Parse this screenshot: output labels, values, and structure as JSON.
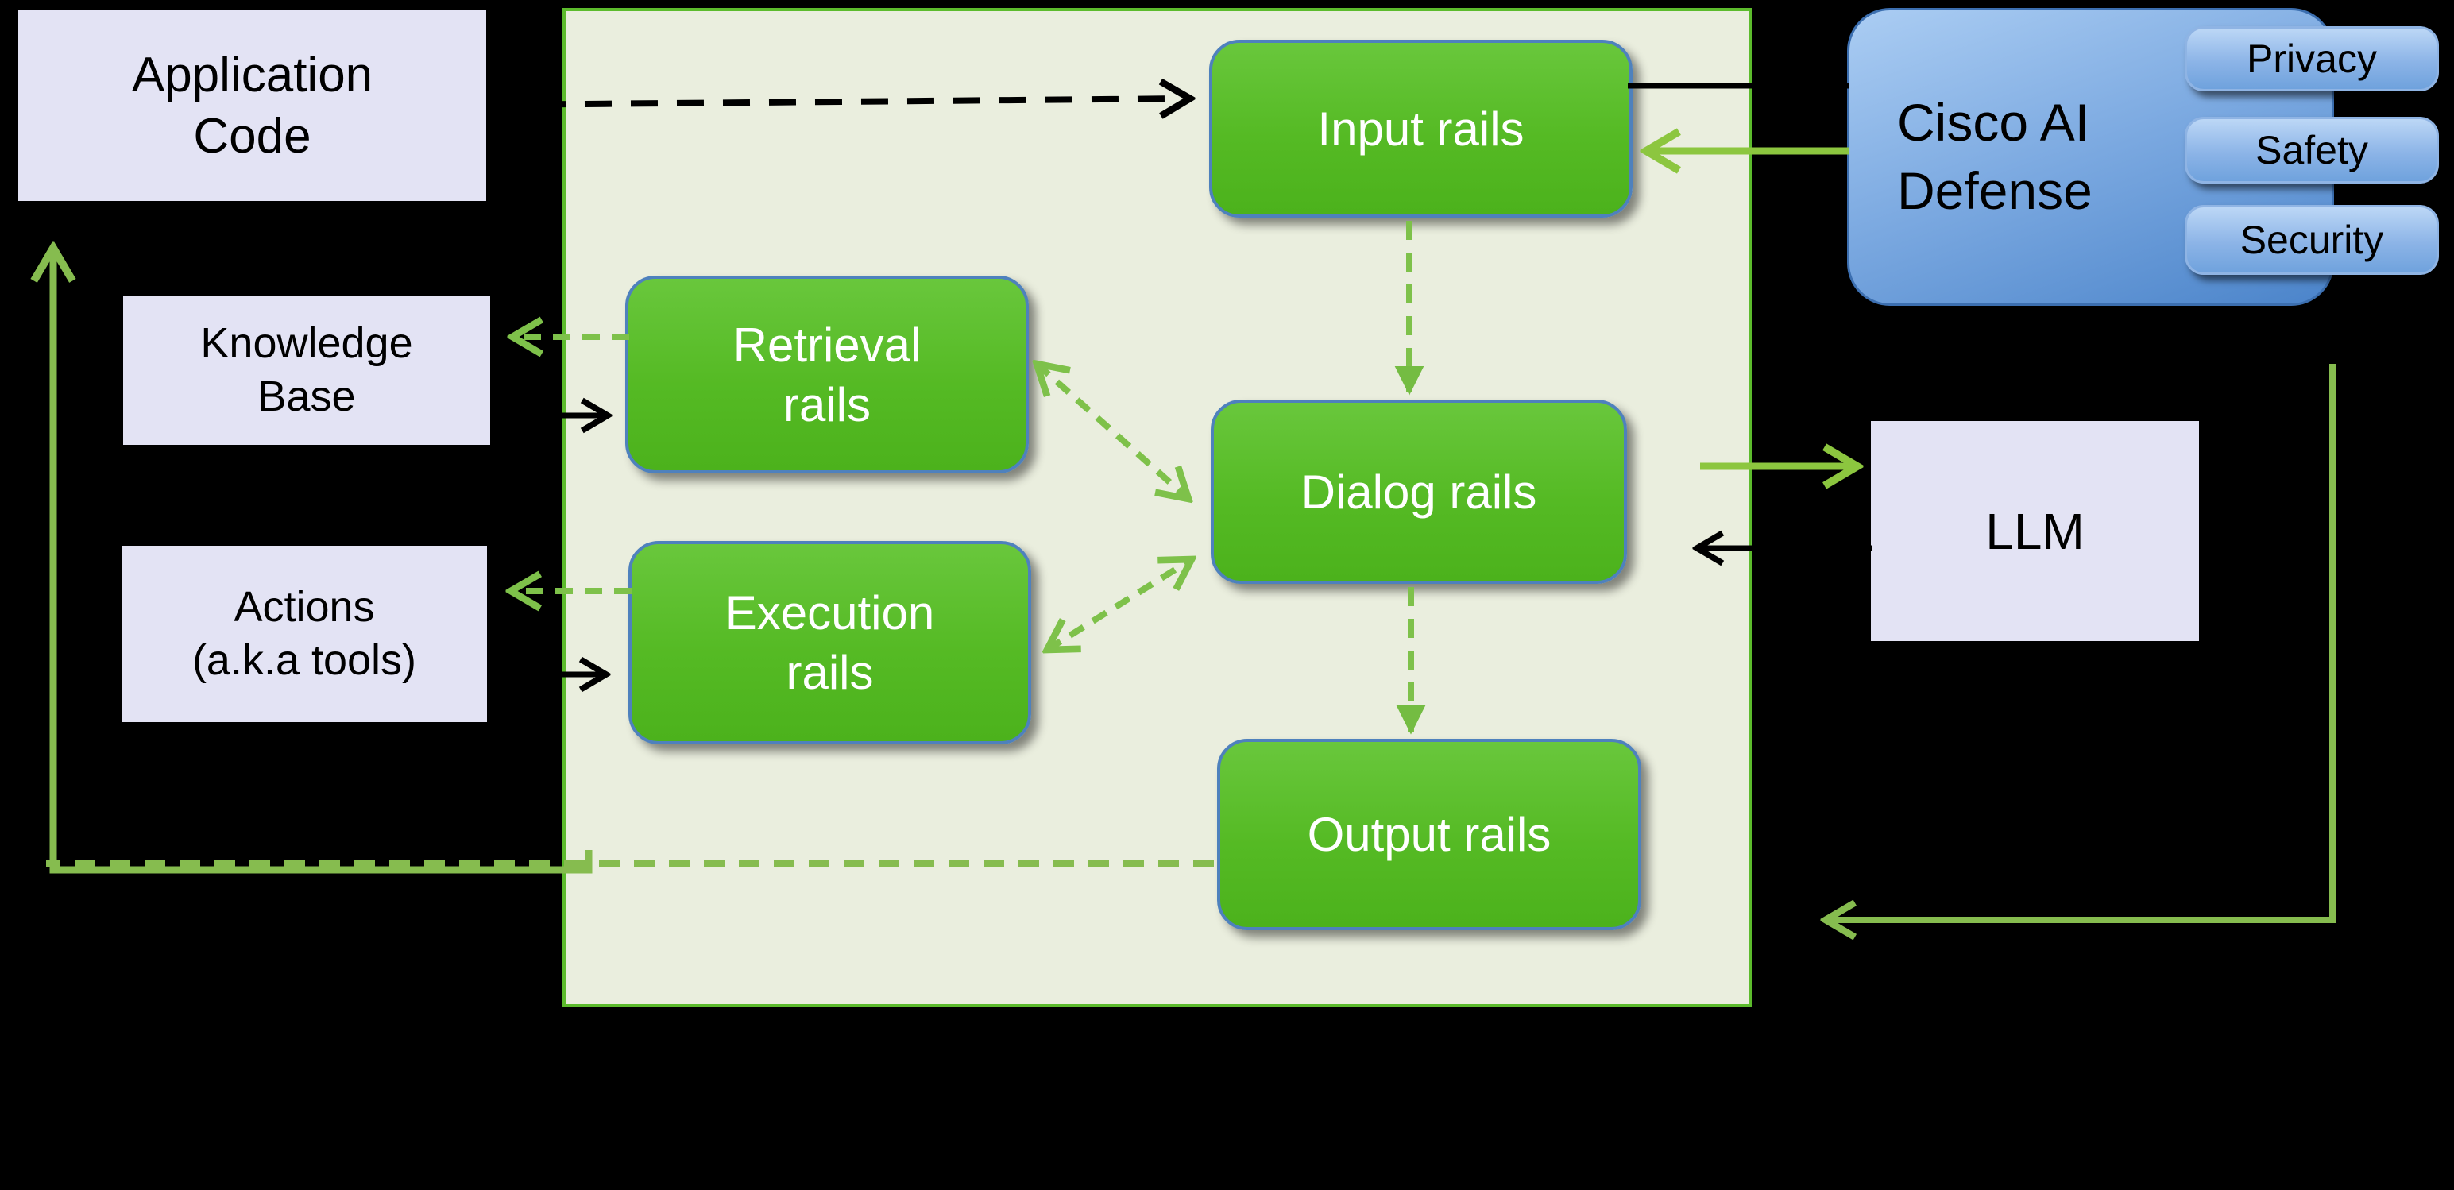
{
  "colors": {
    "background": "#000000",
    "container_fill": "#EAEEDE",
    "container_border": "#5CBB2C",
    "rail_green": "#55BA24",
    "rail_border_blue": "#4E81BD",
    "external_box_fill": "#E3E3F4",
    "cisco_blue": "#6FA0DC",
    "solid_arrow_green": "#8CC63F",
    "dashed_arrow_green": "#7EC14A",
    "return_line_green": "#86BC4F",
    "arrow_black": "#000000"
  },
  "nodes": {
    "application_code": "Application\nCode",
    "knowledge_base": "Knowledge\nBase",
    "actions": "Actions\n(a.k.a tools)",
    "llm": "LLM",
    "input_rails": "Input rails",
    "retrieval_rails": "Retrieval\nrails",
    "dialog_rails": "Dialog rails",
    "execution_rails": "Execution\nrails",
    "output_rails": "Output rails"
  },
  "cisco": {
    "title": "Cisco AI\nDefense",
    "badges": [
      "Privacy",
      "Safety",
      "Security"
    ]
  }
}
